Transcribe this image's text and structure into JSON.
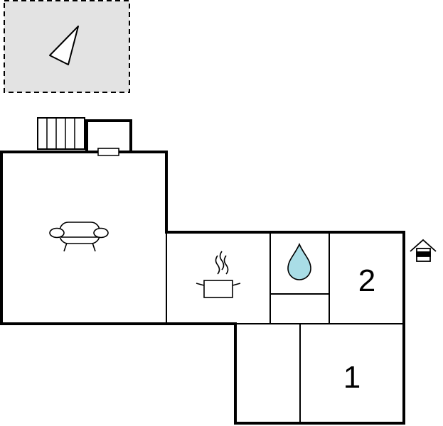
{
  "floor_plan": {
    "colors": {
      "wall": "#000000",
      "background": "#ffffff",
      "terrace_fill": "#e3e3e3",
      "water": "#a9dde6"
    },
    "compass": {
      "icon": "north-arrow-icon"
    },
    "rooms": [
      {
        "name": "living-room",
        "icon": "sofa-icon"
      },
      {
        "name": "kitchen",
        "icon": "cooking-pot-icon"
      },
      {
        "name": "bathroom",
        "icon": "water-drop-icon"
      },
      {
        "name": "bedroom-2",
        "label": "2"
      },
      {
        "name": "bedroom-1",
        "label": "1"
      }
    ],
    "entrance": {
      "icon": "house-entrance-icon"
    },
    "stairs": {
      "icon": "stairs-icon"
    }
  }
}
